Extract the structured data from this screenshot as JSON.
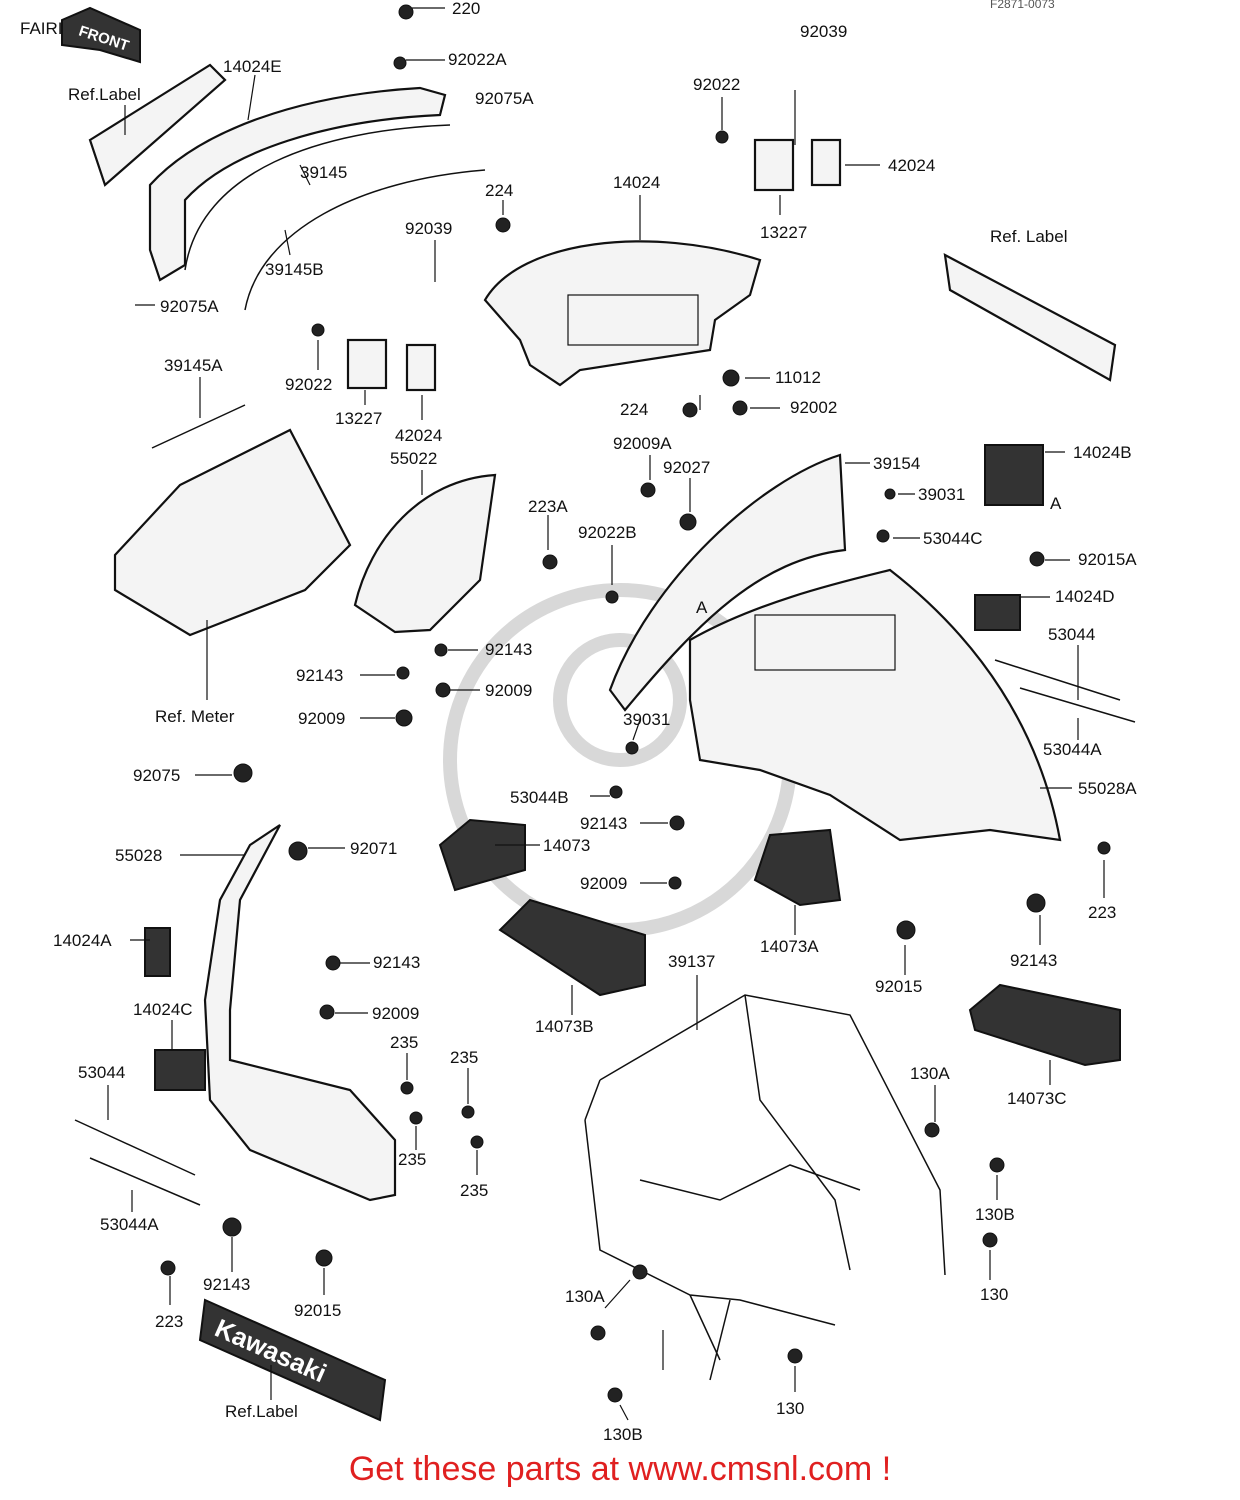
{
  "header": {
    "title": "FAIRING",
    "figure_code": "F2871-0073"
  },
  "labels": {
    "l220": "220",
    "l92022A": "92022A",
    "l92039a": "92039",
    "l92075A": "92075A",
    "l14024E": "14024E",
    "l92022a": "92022",
    "l42024a": "42024",
    "l13227a": "13227",
    "l224a": "224",
    "l14024": "14024",
    "l39145": "39145",
    "l39145B": "39145B",
    "l92039b": "92039",
    "l92075Ab": "92075A",
    "l92022b": "92022",
    "l13227b": "13227",
    "l42024b": "42024",
    "l39145A": "39145A",
    "l55022": "55022",
    "l224b": "224",
    "l11012": "11012",
    "l92002": "92002",
    "l92009A": "92009A",
    "l92027": "92027",
    "l39154": "39154",
    "l14024B": "14024B",
    "l39031a": "39031",
    "l53044C": "53044C",
    "l223A": "223A",
    "l92022B": "92022B",
    "l92015A": "92015A",
    "l14024D": "14024D",
    "l53044a": "53044",
    "l53044A": "53044A",
    "l92143a": "92143",
    "l92143b": "92143",
    "l92009a": "92009",
    "l92009b": "92009",
    "l39031b": "39031",
    "l92075": "92075",
    "l53044B": "53044B",
    "l55028A": "55028A",
    "l92143c": "92143",
    "l55028": "55028",
    "l92071": "92071",
    "l14073": "14073",
    "l92009c": "92009",
    "l14024A": "14024A",
    "l92143d": "92143",
    "l92009d": "92009",
    "l14073A": "14073A",
    "l14073B": "14073B",
    "l39137": "39137",
    "l92015a": "92015",
    "l92143e": "92143",
    "l223a": "223",
    "l14024C": "14024C",
    "l235a": "235",
    "l235b": "235",
    "l235c": "235",
    "l235d": "235",
    "l53044b": "53044",
    "l53044Ab": "53044A",
    "l130Aa": "130A",
    "l14073C": "14073C",
    "l130Ba": "130B",
    "l130a": "130",
    "l130Ab": "130A",
    "l92143f": "92143",
    "l223b": "223",
    "l92015b": "92015",
    "l130b": "130",
    "l130Bb": "130B",
    "refLabel1": "Ref.Label",
    "refLabel2": "Ref. Label",
    "refLabel3": "Ref.Label",
    "refMeter": "Ref. Meter",
    "front": "FRONT",
    "kawasaki": "Kawasaki",
    "markA1": "A",
    "markA2": "A"
  },
  "footer": {
    "text": "Get these parts at www.cmsnl.com !"
  }
}
